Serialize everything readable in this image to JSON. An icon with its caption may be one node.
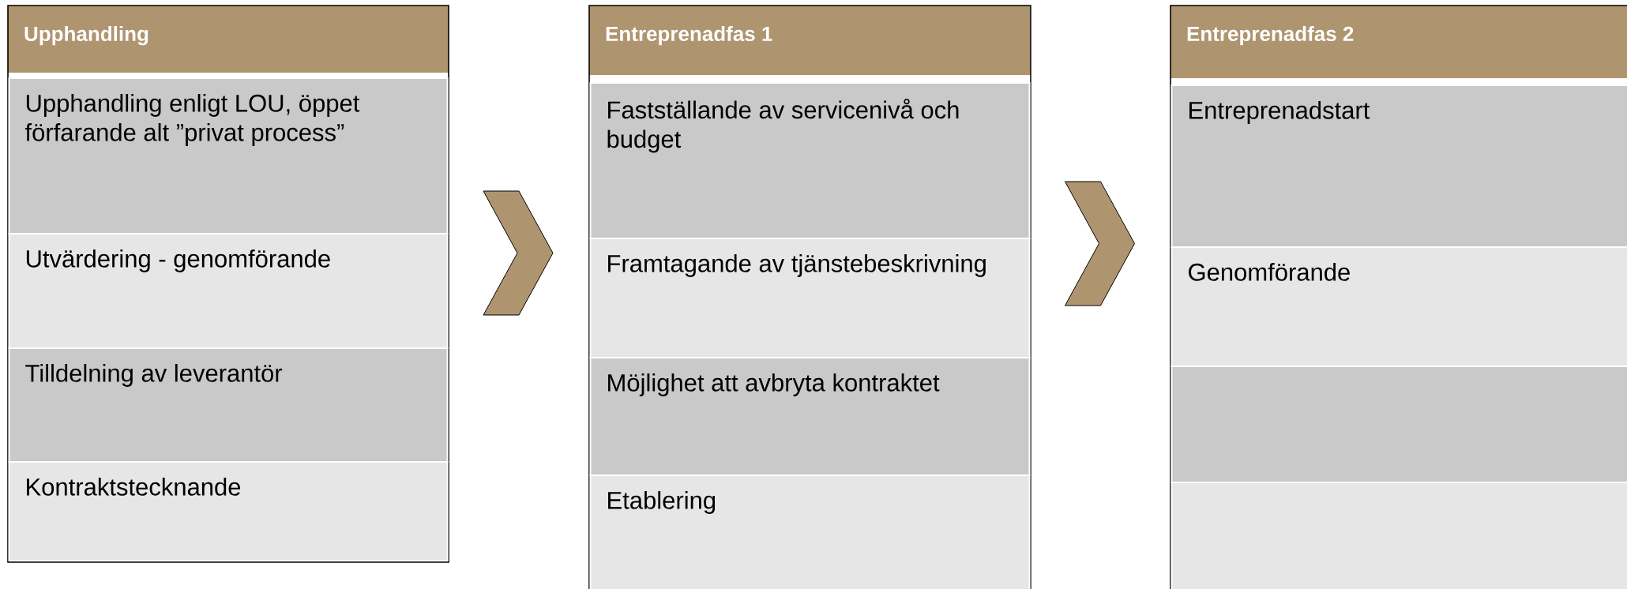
{
  "diagram": {
    "nodes": [
      {
        "text": [
          "Upphandling"
        ]
      },
      {
        "text": [
          "Upphandling enligt LOU, öppet förfarande alt ”privat process”"
        ],
        "in": 0
      },
      {
        "text": [
          "Utvärdering - genomförande"
        ],
        "in": 0
      },
      {
        "text": [
          "Tilldelning av leverantör"
        ],
        "in": 0
      },
      {
        "text": [
          "Kontraktstecknande"
        ],
        "in": 0
      },
      {
        "text": [
          "Entreprenadfas 1"
        ]
      },
      {
        "text": [
          "Fastställande av servicenivå och budget"
        ],
        "in": 5
      },
      {
        "text": [
          "Framtagande av tjänstebeskrivning"
        ],
        "in": 5
      },
      {
        "text": [
          "Möjlighet att avbryta kontraktet"
        ],
        "in": 5
      },
      {
        "text": [
          "Etablering"
        ],
        "in": 5
      },
      {
        "text": [
          "Entreprenadfas 2"
        ]
      },
      {
        "text": [
          "Entreprenadstart"
        ],
        "in": 10
      },
      {
        "text": [
          "Genomförande"
        ],
        "in": 10
      },
      {
        "text": [],
        "shape": "box",
        "in": 10
      },
      {
        "text": [],
        "shape": "box",
        "in": 10
      }
    ],
    "edges": [
      {
        "from": 0,
        "to": 5,
        "arrow": "to"
      },
      {
        "from": 5,
        "to": 10,
        "arrow": "to"
      }
    ]
  }
}
